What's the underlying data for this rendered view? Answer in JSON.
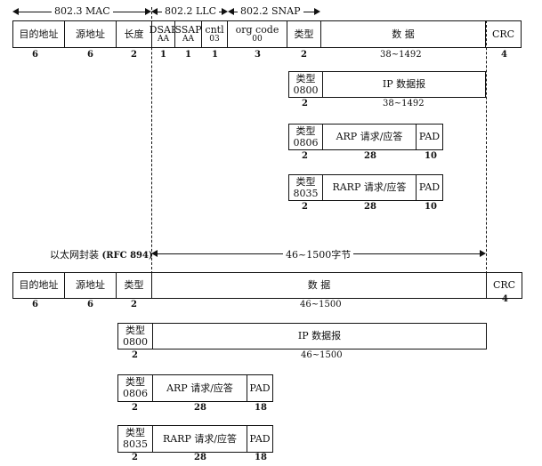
{
  "top": {
    "headers": {
      "mac": "802.3 MAC",
      "llc": "802.2 LLC",
      "snap": "802.2 SNAP"
    },
    "frame": {
      "dest": "目的地址",
      "src": "源地址",
      "len": "长度",
      "dsap": "DSAP",
      "dsap_val": "AA",
      "ssap": "SSAP",
      "ssap_val": "AA",
      "cntl": "cntl",
      "cntl_val": "03",
      "org": "org code",
      "org_val": "00",
      "type": "类型",
      "data": "数 据",
      "crc": "CRC"
    },
    "sizes": {
      "dest": "6",
      "src": "6",
      "len": "2",
      "dsap": "1",
      "ssap": "1",
      "cntl": "1",
      "org": "3",
      "type": "2",
      "data": "38~1492",
      "crc": "4"
    },
    "ip": {
      "type_label": "类型",
      "type_val": "0800",
      "payload": "IP 数据报",
      "size_type": "2",
      "size_payload": "38~1492"
    },
    "arp": {
      "type_label": "类型",
      "type_val": "0806",
      "payload": "ARP 请求/应答",
      "pad": "PAD",
      "size_type": "2",
      "size_payload": "28",
      "size_pad": "10"
    },
    "rarp": {
      "type_label": "类型",
      "type_val": "8035",
      "payload": "RARP 请求/应答",
      "pad": "PAD",
      "size_type": "2",
      "size_payload": "28",
      "size_pad": "10"
    }
  },
  "bottom": {
    "title": "以太网封装",
    "rfc": "(RFC 894)",
    "range": "46~1500字节",
    "frame": {
      "dest": "目的地址",
      "src": "源地址",
      "type": "类型",
      "data": "数 据",
      "crc": "CRC"
    },
    "sizes": {
      "dest": "6",
      "src": "6",
      "type": "2",
      "data": "46~1500",
      "crc": "4"
    },
    "ip": {
      "type_label": "类型",
      "type_val": "0800",
      "payload": "IP 数据报",
      "size_type": "2",
      "size_payload": "46~1500"
    },
    "arp": {
      "type_label": "类型",
      "type_val": "0806",
      "payload": "ARP 请求/应答",
      "pad": "PAD",
      "size_type": "2",
      "size_payload": "28",
      "size_pad": "18"
    },
    "rarp": {
      "type_label": "类型",
      "type_val": "8035",
      "payload": "RARP 请求/应答",
      "pad": "PAD",
      "size_type": "2",
      "size_payload": "28",
      "size_pad": "18"
    }
  }
}
